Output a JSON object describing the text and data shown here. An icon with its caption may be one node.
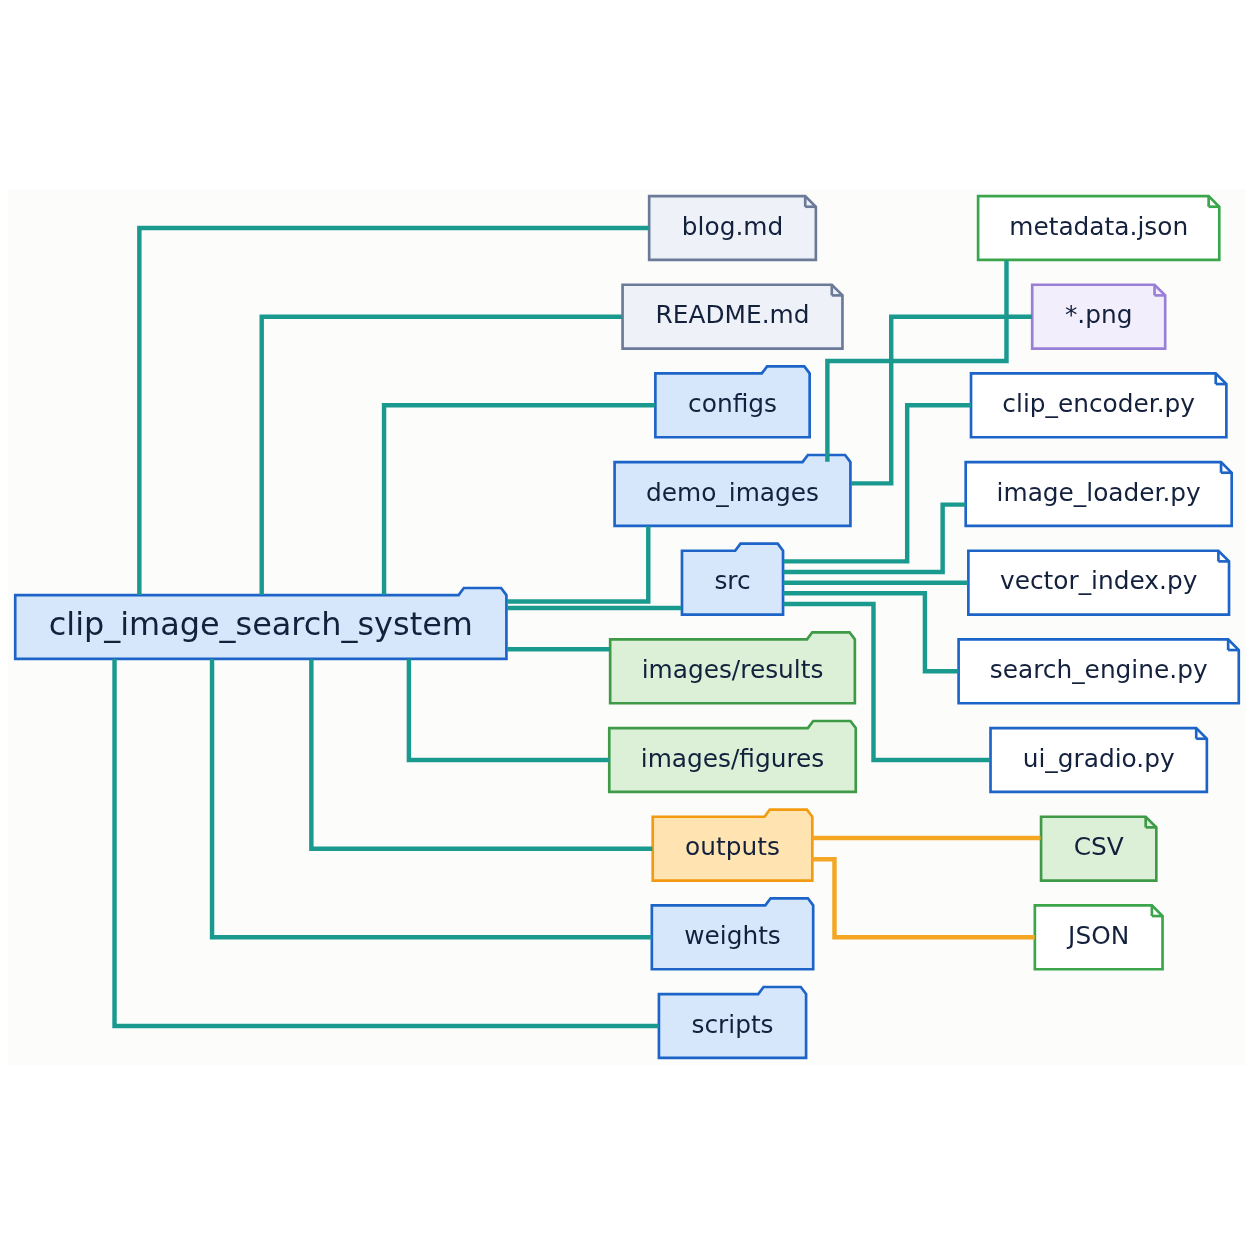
{
  "diagram": {
    "nodes": [
      {
        "text": [
          "clip_image_search_system"
        ]
      },
      {
        "text": [
          "blog.md"
        ]
      },
      {
        "text": [
          "README.md"
        ]
      },
      {
        "text": [
          "configs"
        ]
      },
      {
        "text": [
          "demo_images"
        ]
      },
      {
        "text": [
          "metadata.json"
        ]
      },
      {
        "text": [
          "*.png"
        ]
      },
      {
        "text": [
          "src"
        ]
      },
      {
        "text": [
          "clip_encoder.py"
        ]
      },
      {
        "text": [
          "image_loader.py"
        ]
      },
      {
        "text": [
          "vector_index.py"
        ]
      },
      {
        "text": [
          "search_engine.py"
        ]
      },
      {
        "text": [
          "ui_gradio.py"
        ]
      },
      {
        "text": [
          "images/results"
        ]
      },
      {
        "text": [
          "images/figures"
        ]
      },
      {
        "text": [
          "outputs"
        ]
      },
      {
        "text": [
          "CSV"
        ]
      },
      {
        "text": [
          "JSON"
        ]
      },
      {
        "text": [
          "weights"
        ]
      },
      {
        "text": [
          "scripts"
        ]
      }
    ],
    "edges": [
      {
        "from": 0,
        "to": 1,
        "arrow": "none"
      },
      {
        "from": 0,
        "to": 2,
        "arrow": "none"
      },
      {
        "from": 0,
        "to": 3,
        "arrow": "none"
      },
      {
        "from": 0,
        "to": 4,
        "arrow": "none"
      },
      {
        "from": 4,
        "to": 5,
        "arrow": "none"
      },
      {
        "from": 4,
        "to": 6,
        "arrow": "none"
      },
      {
        "from": 0,
        "to": 7,
        "arrow": "none"
      },
      {
        "from": 7,
        "to": 8,
        "arrow": "none"
      },
      {
        "from": 7,
        "to": 9,
        "arrow": "none"
      },
      {
        "from": 7,
        "to": 10,
        "arrow": "none"
      },
      {
        "from": 7,
        "to": 11,
        "arrow": "none"
      },
      {
        "from": 7,
        "to": 12,
        "arrow": "none"
      },
      {
        "from": 0,
        "to": 13,
        "arrow": "none"
      },
      {
        "from": 0,
        "to": 14,
        "arrow": "none"
      },
      {
        "from": 0,
        "to": 15,
        "arrow": "none"
      },
      {
        "from": 15,
        "to": 16,
        "arrow": "none",
        "color": "#f5a623"
      },
      {
        "from": 15,
        "to": 17,
        "arrow": "none",
        "color": "#f5a623"
      },
      {
        "from": 0,
        "to": 18,
        "arrow": "none"
      },
      {
        "from": 0,
        "to": 19,
        "arrow": "none"
      }
    ]
  }
}
